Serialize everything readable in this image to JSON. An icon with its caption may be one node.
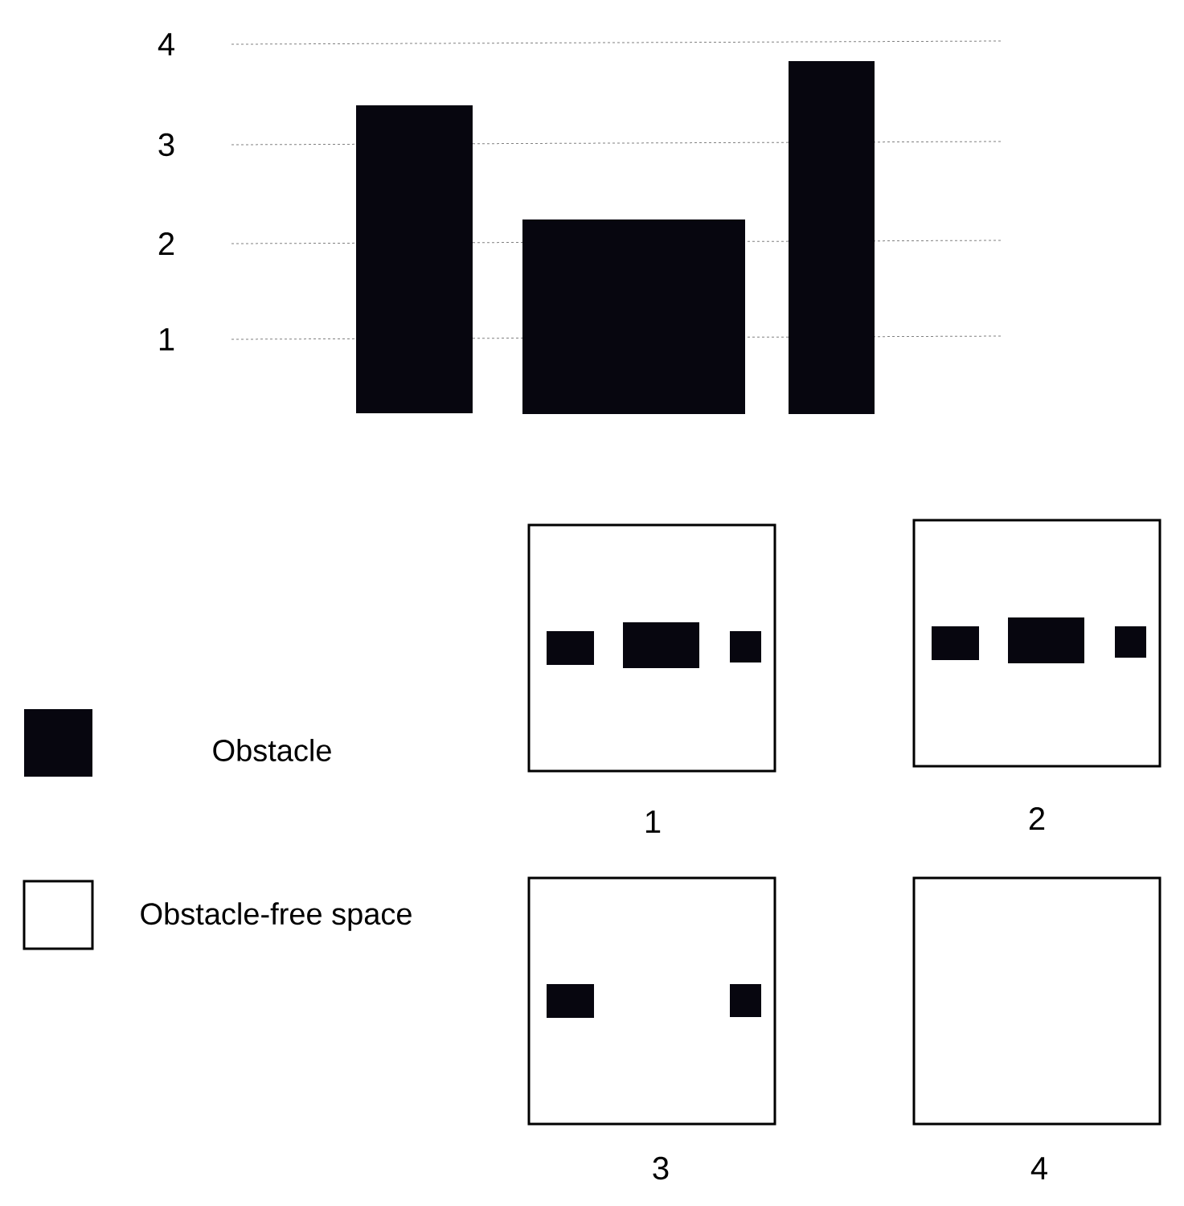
{
  "diagram": {
    "nodes": [
      {
        "text": [],
        "shape": "box",
        "beside": [
          "1"
        ]
      },
      {
        "text": [],
        "shape": "box",
        "beside": [
          "2"
        ]
      },
      {
        "text": [],
        "shape": "box",
        "beside": [
          "3"
        ]
      },
      {
        "text": [],
        "shape": "box",
        "beside": [
          "4"
        ]
      }
    ],
    "labels": [
      "4",
      "3",
      "2",
      "1"
    ],
    "legend": [
      {
        "text": "Obstacle",
        "color": "#07060f"
      },
      {
        "text": "Obstacle-free space"
      }
    ]
  }
}
